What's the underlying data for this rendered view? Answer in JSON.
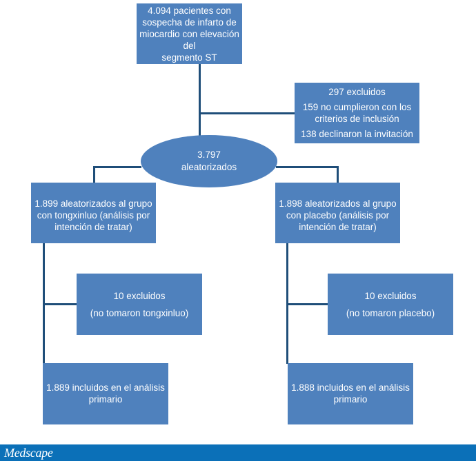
{
  "nodes": {
    "top": {
      "lines": [
        "4.094 pacientes con",
        "sospecha de infarto de",
        "miocardio con elevación del",
        "segmento ST"
      ]
    },
    "excluded_main": {
      "lines": [
        "297 excluidos",
        "159 no cumplieron con los",
        "criterios de inclusión",
        "138 declinaron la invitación"
      ]
    },
    "randomized": {
      "lines": [
        "3.797",
        "aleatorizados"
      ]
    },
    "left_group": {
      "lines": [
        "1.899 aleatorizados al grupo",
        "con tongxinluo (análisis por",
        "intención de tratar)"
      ]
    },
    "right_group": {
      "lines": [
        "1.898 aleatorizados al grupo",
        "con placebo (análisis por",
        "intención de tratar)"
      ]
    },
    "left_excluded": {
      "lines": [
        "10 excluidos",
        "(no tomaron tongxinluo)"
      ]
    },
    "right_excluded": {
      "lines": [
        "10 excluidos",
        "(no tomaron placebo)"
      ]
    },
    "left_included": {
      "lines": [
        "1.889 incluidos en el análisis",
        "primario"
      ]
    },
    "right_included": {
      "lines": [
        "1.888 incluidos en el análisis",
        "primario"
      ]
    }
  },
  "footer": {
    "logo": "Medscape"
  },
  "colors": {
    "box": "#4f81bd",
    "connector": "#1f4e79",
    "footer": "#0b70b8"
  }
}
